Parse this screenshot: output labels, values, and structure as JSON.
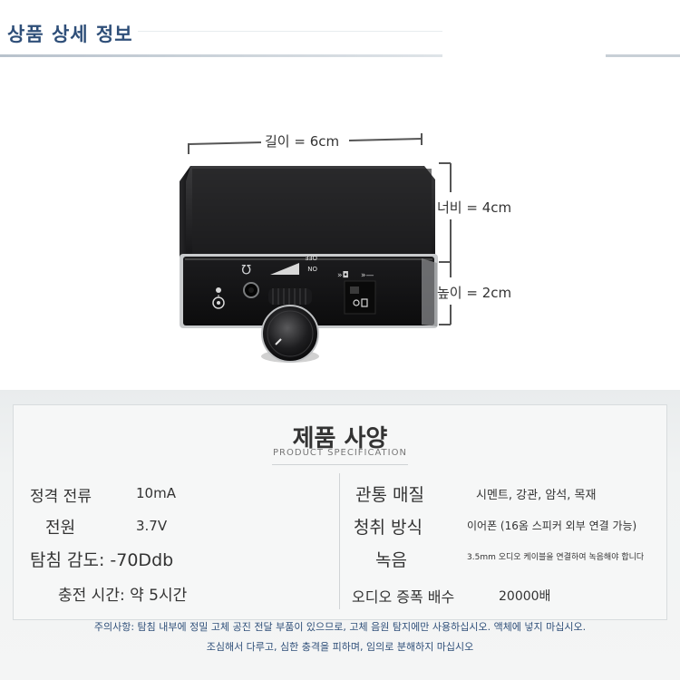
{
  "header": {
    "title": "상품 상세 정보"
  },
  "dimensions": {
    "length": "길이 = 6cm",
    "width": "너비 = 4cm",
    "height": "높이 = 2cm"
  },
  "device": {
    "switch_on": "ON",
    "switch_off": "OFF"
  },
  "spec": {
    "title": "제품 사양",
    "subtitle": "PRODUCT SPECIFICATION",
    "left": [
      {
        "label": "정격 전류",
        "value": "10mA"
      },
      {
        "label": "전원",
        "value": "3.7V"
      },
      {
        "label": "탐침 감도: -70Ddb"
      },
      {
        "label": "충전 시간: 약 5시간"
      }
    ],
    "right": [
      {
        "label": "관통 매질",
        "value": "시멘트, 강관, 암석, 목재"
      },
      {
        "label": "청취 방식",
        "value": "이어폰 (16옴 스피커 외부 연결 가능)"
      },
      {
        "label": "녹음",
        "value": "3.5mm 오디오 케이블을 연결하여 녹음해야 합니다"
      },
      {
        "label": "오디오 증폭 배수",
        "value": "20000배"
      }
    ]
  },
  "notice": {
    "line1": "주의사항: 탐침 내부에 정밀 고체 공진 전달 부품이 있으므로, 고체 음원 탐지에만 사용하십시오. 액체에 넣지 마십시오.",
    "line2": "조심해서 다루고, 심한 충격을 피하며, 임의로 분해하지 마십시오"
  }
}
